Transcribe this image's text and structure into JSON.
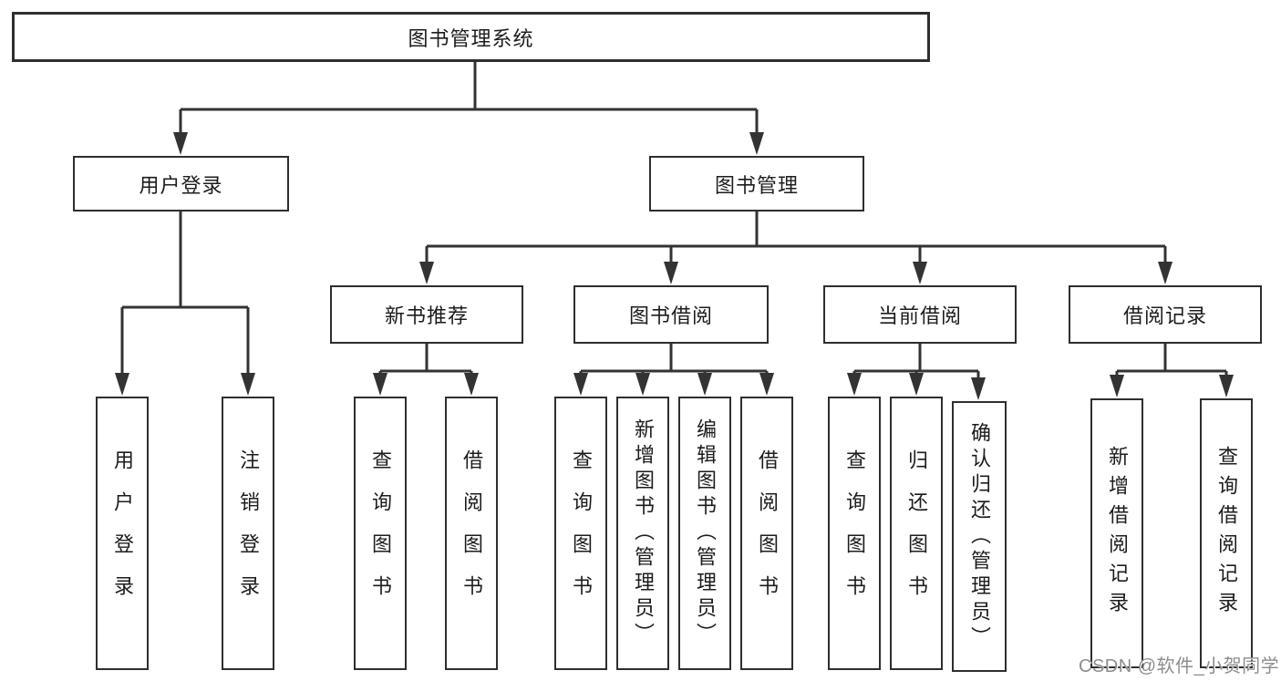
{
  "diagram": {
    "root": {
      "label": "图书管理系统"
    },
    "level2": [
      {
        "label": "用户登录"
      },
      {
        "label": "图书管理"
      }
    ],
    "level3": [
      {
        "label": "新书推荐"
      },
      {
        "label": "图书借阅"
      },
      {
        "label": "当前借阅"
      },
      {
        "label": "借阅记录"
      }
    ],
    "leaves": {
      "user_login": [
        "用户登录",
        "注销登录"
      ],
      "new_books": [
        "查询图书",
        "借阅图书"
      ],
      "book_borrow": [
        "查询图书",
        "新增图书（管理员）",
        "编辑图书（管理员）",
        "借阅图书"
      ],
      "current_borrow": [
        "查询图书",
        "归还图书",
        "确认归还（管理员）"
      ],
      "borrow_records": [
        "新增借阅记录",
        "查询借阅记录"
      ]
    },
    "line_color": "#333333"
  },
  "watermark": "CSDN @软件_小贺同学"
}
